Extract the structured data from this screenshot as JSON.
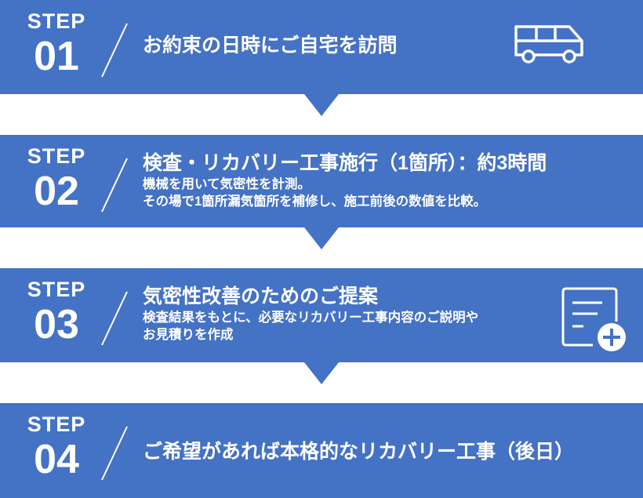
{
  "colors": {
    "band": "#4472c4",
    "text": "#ffffff"
  },
  "steps": [
    {
      "label": "STEP",
      "number": "01",
      "title": "お約束の日時にご自宅を訪問",
      "icon": "van-icon"
    },
    {
      "label": "STEP",
      "number": "02",
      "title": "検査・リカバリー工事施行（1箇所）：約3時間",
      "desc": [
        "機械を用いて気密性を計測。",
        "その場で1箇所漏気箇所を補修し、施工前後の数値を比較。"
      ]
    },
    {
      "label": "STEP",
      "number": "03",
      "title": "気密性改善のためのご提案",
      "desc": [
        "検査結果をもとに、必要なリカバリー工事内容のご説明や",
        "お見積りを作成"
      ],
      "icon": "document-add-icon"
    },
    {
      "label": "STEP",
      "number": "04",
      "title": "ご希望があれば本格的なリカバリー工事（後日）"
    }
  ]
}
